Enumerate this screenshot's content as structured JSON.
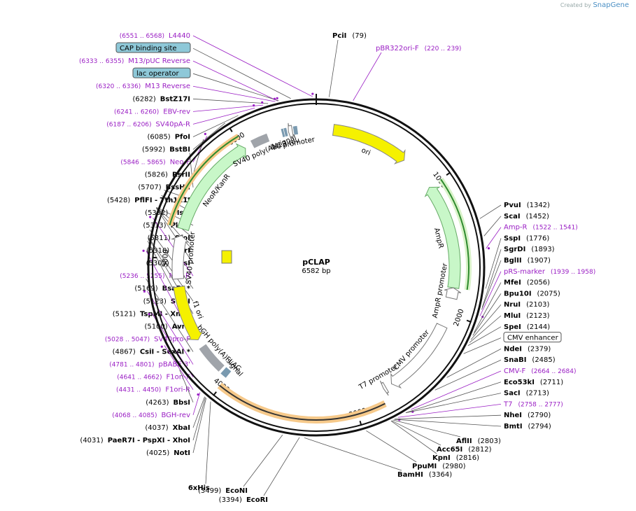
{
  "branding": {
    "prefix": "Created by",
    "name": "SnapGene"
  },
  "plasmid": {
    "name": "pCLAP",
    "length": "6582 bp",
    "size": 6582
  },
  "colors": {
    "primer": "#9a1ec4",
    "ori": "#f5f100",
    "marker": "#c8f7c8",
    "marker_edge": "#2e8b2e",
    "orf": "#ffffff",
    "orf_highlight": "#f6c98a",
    "promoter": "#ffffff",
    "polya": "#a0a4aa"
  },
  "ticks": [
    {
      "bp": 1000,
      "label": "1000"
    },
    {
      "bp": 2000,
      "label": "2000"
    },
    {
      "bp": 3000,
      "label": "3000"
    },
    {
      "bp": 4000,
      "label": "4000"
    },
    {
      "bp": 5000,
      "label": "5000"
    },
    {
      "bp": 6000,
      "label": "6000"
    }
  ],
  "features": [
    {
      "name": "ori",
      "label": "ori",
      "start": 130,
      "end": 720,
      "dir": 1,
      "type": "ori"
    },
    {
      "name": "AmpR",
      "label": "AmpR",
      "start": 1000,
      "end": 1800,
      "dir": -1,
      "type": "marker"
    },
    {
      "name": "AmpR promoter",
      "label": "AmpR promoter",
      "start": 1800,
      "end": 1880,
      "dir": -1,
      "type": "promoter"
    },
    {
      "name": "CMV promoter",
      "label": "CMV promoter",
      "start": 2100,
      "end": 2690,
      "dir": 1,
      "type": "promoter"
    },
    {
      "name": "T7 promoter",
      "label": "T7 promoter",
      "start": 2740,
      "end": 2760,
      "dir": 1,
      "type": "promoter"
    },
    {
      "name": "ORF",
      "label": "",
      "start": 2800,
      "end": 4010,
      "dir": 1,
      "type": "orf"
    },
    {
      "name": "FLAG",
      "label": "FLAG",
      "start": 4010,
      "end": 4060,
      "dir": 1,
      "type": "tag"
    },
    {
      "name": "bGH poly(A) signal",
      "label": "bGH poly(A) signal",
      "start": 4080,
      "end": 4300,
      "dir": 1,
      "type": "polya"
    },
    {
      "name": "f1 ori",
      "label": "f1 ori",
      "start": 4360,
      "end": 4790,
      "dir": -1,
      "type": "ori"
    },
    {
      "name": "SV40 promoter",
      "label": "SV40 promoter",
      "start": 4850,
      "end": 5180,
      "dir": 1,
      "type": "promoter"
    },
    {
      "name": "NeoR/KanR",
      "label": "NeoR/KanR",
      "start": 5230,
      "end": 6020,
      "dir": 1,
      "type": "marker"
    },
    {
      "name": "SV40 poly(A) signal",
      "label": "SV40 poly(A) signal",
      "start": 6080,
      "end": 6210,
      "dir": 1,
      "type": "polya"
    },
    {
      "name": "M13 rev",
      "label": "M13 rev",
      "start": 6320,
      "end": 6336,
      "dir": -1,
      "type": "tag"
    },
    {
      "name": "lac operator",
      "label": "",
      "start": 6340,
      "end": 6360,
      "dir": 1,
      "type": "tag"
    },
    {
      "name": "lac promoter",
      "label": "lac promoter",
      "start": 6370,
      "end": 6400,
      "dir": -1,
      "type": "promoter"
    },
    {
      "name": "CAP binding site",
      "label": "",
      "start": 6410,
      "end": 6440,
      "dir": 1,
      "type": "tag"
    }
  ],
  "sites": [
    {
      "name": "PciI",
      "pos": "(79)",
      "side": "R",
      "bp": 79
    },
    {
      "name": "pBR322ori-F",
      "pos": "(220 .. 239)",
      "side": "R",
      "bp": 228,
      "primer": true
    },
    {
      "name": "PvuI",
      "pos": "(1342)",
      "side": "R",
      "bp": 1342
    },
    {
      "name": "ScaI",
      "pos": "(1452)",
      "side": "R",
      "bp": 1452
    },
    {
      "name": "Amp-R",
      "pos": "(1522 .. 1541)",
      "side": "R",
      "bp": 1530,
      "primer": true
    },
    {
      "name": "SspI",
      "pos": "(1776)",
      "side": "R",
      "bp": 1776
    },
    {
      "name": "SgrDI",
      "pos": "(1893)",
      "side": "R",
      "bp": 1893
    },
    {
      "name": "BglII",
      "pos": "(1907)",
      "side": "R",
      "bp": 1907
    },
    {
      "name": "pRS-marker",
      "pos": "(1939 .. 1958)",
      "side": "R",
      "bp": 1948,
      "primer": true
    },
    {
      "name": "MfeI",
      "pos": "(2056)",
      "side": "R",
      "bp": 2056
    },
    {
      "name": "Bpu10I",
      "pos": "(2075)",
      "side": "R",
      "bp": 2075
    },
    {
      "name": "NruI",
      "pos": "(2103)",
      "side": "R",
      "bp": 2103
    },
    {
      "name": "MluI",
      "pos": "(2123)",
      "side": "R",
      "bp": 2123
    },
    {
      "name": "SpeI",
      "pos": "(2144)",
      "side": "R",
      "bp": 2144
    },
    {
      "name": "CMV enhancer",
      "pos": "",
      "side": "R",
      "bp": 2200,
      "box": true
    },
    {
      "name": "NdeI",
      "pos": "(2379)",
      "side": "R",
      "bp": 2379
    },
    {
      "name": "SnaBI",
      "pos": "(2485)",
      "side": "R",
      "bp": 2485
    },
    {
      "name": "CMV-F",
      "pos": "(2664 .. 2684)",
      "side": "R",
      "bp": 2674,
      "primer": true
    },
    {
      "name": "Eco53kI",
      "pos": "(2711)",
      "side": "R",
      "bp": 2711
    },
    {
      "name": "SacI",
      "pos": "(2713)",
      "side": "R",
      "bp": 2713
    },
    {
      "name": "T7",
      "pos": "(2758 .. 2777)",
      "side": "R",
      "bp": 2768,
      "primer": true
    },
    {
      "name": "NheI",
      "pos": "(2790)",
      "side": "R",
      "bp": 2790
    },
    {
      "name": "BmtI",
      "pos": "(2794)",
      "side": "R",
      "bp": 2794
    },
    {
      "name": "AflII",
      "pos": "(2803)",
      "side": "R",
      "bp": 2803
    },
    {
      "name": "Acc65I",
      "pos": "(2812)",
      "side": "R",
      "bp": 2812
    },
    {
      "name": "KpnI",
      "pos": "(2816)",
      "side": "R",
      "bp": 2816
    },
    {
      "name": "PpuMI",
      "pos": "(2980)",
      "side": "R",
      "bp": 2980
    },
    {
      "name": "BamHI",
      "pos": "(3364)",
      "side": "R",
      "bp": 3364
    },
    {
      "name": "EcoRI",
      "pos": "(3394)",
      "side": "L",
      "bp": 3394
    },
    {
      "name": "EcoNI",
      "pos": "(3499)",
      "side": "L",
      "bp": 3499
    },
    {
      "name": "6xHis",
      "pos": "",
      "side": "L",
      "bp": 3990,
      "box": true,
      "boxcolor": "pink"
    },
    {
      "name": "NotI",
      "pos": "(4025)",
      "side": "L",
      "bp": 4025
    },
    {
      "name": "PaeR7I  - PspXI  - XhoI",
      "pos": "(4031)",
      "side": "L",
      "bp": 4031
    },
    {
      "name": "XbaI",
      "pos": "(4037)",
      "side": "L",
      "bp": 4037
    },
    {
      "name": "BGH-rev",
      "pos": "(4068 .. 4085)",
      "side": "L",
      "bp": 4076,
      "primer": true
    },
    {
      "name": "BbsI",
      "pos": "(4263)",
      "side": "L",
      "bp": 4263
    },
    {
      "name": "F1ori-R",
      "pos": "(4431 .. 4450)",
      "side": "L",
      "bp": 4440,
      "primer": true
    },
    {
      "name": "F1ori-F",
      "pos": "(4641 .. 4662)",
      "side": "L",
      "bp": 4651,
      "primer": true
    },
    {
      "name": "pBABE 3'",
      "pos": "(4781 .. 4801)",
      "side": "L",
      "bp": 4791,
      "primer": true
    },
    {
      "name": "CsiI  - SexAI *",
      "pos": "(4867)",
      "side": "L",
      "bp": 4867
    },
    {
      "name": "SV40pro-F",
      "pos": "(5028 .. 5047)",
      "side": "L",
      "bp": 5037,
      "primer": true
    },
    {
      "name": "AvrII",
      "pos": "(5100)",
      "side": "L",
      "bp": 5100
    },
    {
      "name": "TspMI  - XmaI",
      "pos": "(5121)",
      "side": "L",
      "bp": 5121
    },
    {
      "name": "SmaI",
      "pos": "(5123)",
      "side": "L",
      "bp": 5123
    },
    {
      "name": "BsaBI *",
      "pos": "(5169)",
      "side": "L",
      "bp": 5169
    },
    {
      "name": "Neo-R",
      "pos": "(5236 .. 5255)",
      "side": "L",
      "bp": 5245,
      "primer": true
    },
    {
      "name": "KasI",
      "pos": "(5309)",
      "side": "L",
      "bp": 5309
    },
    {
      "name": "NarI",
      "pos": "(5310)",
      "side": "L",
      "bp": 5310
    },
    {
      "name": "SfoI",
      "pos": "(5311)",
      "side": "L",
      "bp": 5311
    },
    {
      "name": "PluTI",
      "pos": "(5313)",
      "side": "L",
      "bp": 5313
    },
    {
      "name": "MscI",
      "pos": "(5392)",
      "side": "L",
      "bp": 5392
    },
    {
      "name": "PflFI  - Tth111I",
      "pos": "(5428)",
      "side": "L",
      "bp": 5428
    },
    {
      "name": "BssHII",
      "pos": "(5707)",
      "side": "L",
      "bp": 5707
    },
    {
      "name": "RsrII",
      "pos": "(5826)",
      "side": "L",
      "bp": 5826
    },
    {
      "name": "Neo-F",
      "pos": "(5846 .. 5865)",
      "side": "L",
      "bp": 5855,
      "primer": true
    },
    {
      "name": "BstBI",
      "pos": "(5992)",
      "side": "L",
      "bp": 5992
    },
    {
      "name": "PfoI",
      "pos": "(6085)",
      "side": "L",
      "bp": 6085
    },
    {
      "name": "SV40pA-R",
      "pos": "(6187 .. 6206)",
      "side": "L",
      "bp": 6196,
      "primer": true
    },
    {
      "name": "EBV-rev",
      "pos": "(6241 .. 6260)",
      "side": "L",
      "bp": 6250,
      "primer": true
    },
    {
      "name": "BstZ17I",
      "pos": "(6282)",
      "side": "L",
      "bp": 6282
    },
    {
      "name": "M13 Reverse",
      "pos": "(6320 .. 6336)",
      "side": "L",
      "bp": 6328,
      "primer": true
    },
    {
      "name": "lac operator",
      "pos": "",
      "side": "L",
      "bp": 6350,
      "box": true
    },
    {
      "name": "M13/pUC Reverse",
      "pos": "(6333 .. 6355)",
      "side": "L",
      "bp": 6344,
      "primer": true
    },
    {
      "name": "CAP binding site",
      "pos": "",
      "side": "L",
      "bp": 6425,
      "box": true
    },
    {
      "name": "L4440",
      "pos": "(6551 .. 6568)",
      "side": "L",
      "bp": 6560,
      "primer": true
    }
  ]
}
